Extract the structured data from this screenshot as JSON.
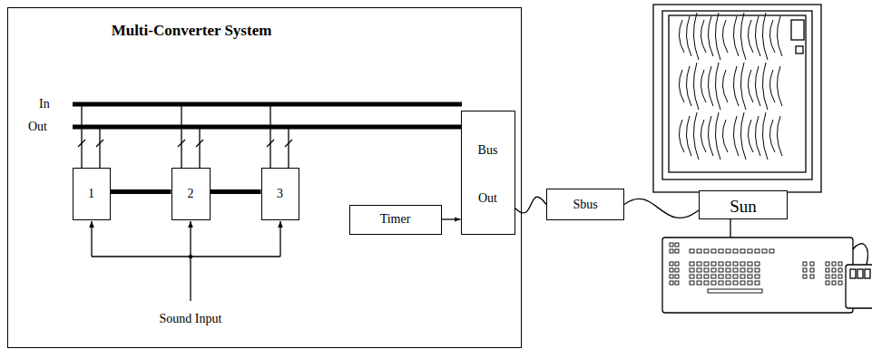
{
  "diagram": {
    "nodes": [
      {
        "text": [
          "Multi-Converter System"
        ]
      },
      {
        "text": [
          "1"
        ],
        "in": 0
      },
      {
        "text": [
          "2"
        ],
        "in": 0
      },
      {
        "text": [
          "3"
        ],
        "in": 0
      },
      {
        "text": [
          "Bus",
          "Out"
        ],
        "in": 0
      },
      {
        "text": [
          "Timer"
        ],
        "in": 0
      },
      {
        "text": [
          "Sbus"
        ]
      },
      {
        "text": [
          "Sun"
        ]
      }
    ],
    "edges": [
      {
        "from": 1,
        "to": 2,
        "arrow": "none"
      },
      {
        "from": 2,
        "to": 3,
        "arrow": "none"
      },
      {
        "from": 5,
        "to": 4,
        "arrow": "to"
      },
      {
        "from": 4,
        "to": 6,
        "arrow": "none"
      },
      {
        "from": 6,
        "to": 7,
        "arrow": "none"
      }
    ],
    "labels": [
      "In",
      "Out",
      "Sound Input"
    ]
  }
}
